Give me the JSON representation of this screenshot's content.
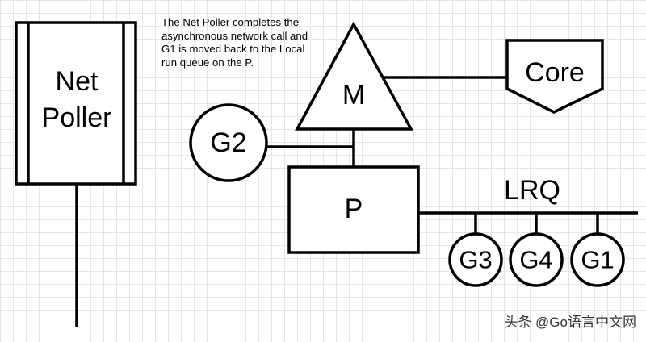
{
  "note": "The Net Poller completes the asynchronous network call and G1 is moved back to the Local run queue on the P.",
  "net_poller": {
    "line1": "Net",
    "line2": "Poller"
  },
  "machine": {
    "label": "M"
  },
  "core": {
    "label": "Core"
  },
  "processor": {
    "label": "P"
  },
  "lrq": {
    "label": "LRQ"
  },
  "goroutines": {
    "g1": "G1",
    "g2": "G2",
    "g3": "G3",
    "g4": "G4"
  },
  "watermark": "头条 @Go语言中文网"
}
